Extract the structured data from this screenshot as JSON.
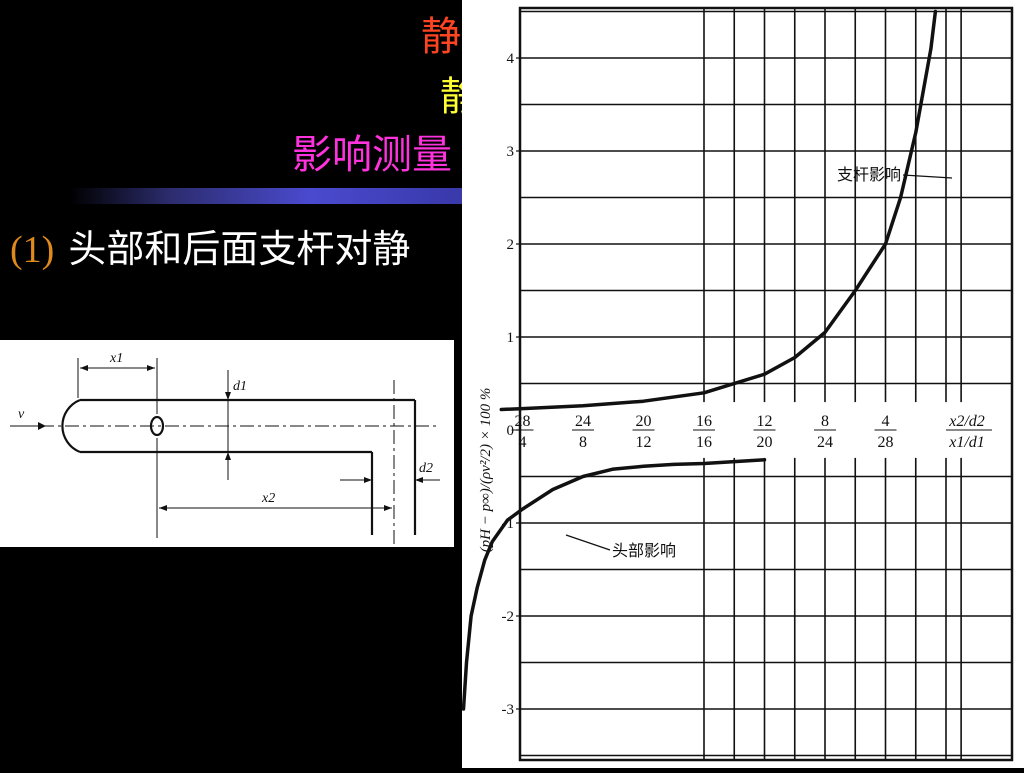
{
  "slide": {
    "title_line1": "静",
    "title_line2": "静",
    "title_line3": "影响测量",
    "bullet_num": "(1)",
    "bullet_text": "头部和后面支杆对静",
    "colors": {
      "title1": "#ff4422",
      "title2": "#ffff33",
      "title3": "#ff33dd",
      "bullet_num": "#e08a1e",
      "bullet_text": "#ffffff"
    }
  },
  "probe_figure": {
    "label_v": "v",
    "label_x1": "x1",
    "label_d1": "d1",
    "label_d2": "d2",
    "label_x2": "x2"
  },
  "chart_data": {
    "type": "line",
    "y_ticks": [
      "4",
      "3",
      "2",
      "1",
      "0",
      "-1",
      "-2",
      "-3"
    ],
    "ylim": [
      -3.5,
      4.5
    ],
    "ylabel": "(pH − p∞)/(ρv²/2) × 100 %",
    "x2_ticks": [
      "28",
      "24",
      "20",
      "16",
      "12",
      "8",
      "4"
    ],
    "x1_ticks": [
      "4",
      "8",
      "12",
      "16",
      "20",
      "24",
      "28"
    ],
    "x2_axis_label": "x2/d2",
    "x1_axis_label": "x1/d1",
    "grid": true,
    "series": [
      {
        "name": "支杆影响",
        "x_axis": "x2/d2",
        "points": [
          [
            29.4,
            0.22
          ],
          [
            28,
            0.23
          ],
          [
            24,
            0.26
          ],
          [
            20,
            0.31
          ],
          [
            16,
            0.4
          ],
          [
            12,
            0.6
          ],
          [
            10,
            0.78
          ],
          [
            8,
            1.05
          ],
          [
            6,
            1.5
          ],
          [
            4,
            2.0
          ],
          [
            3,
            2.5
          ],
          [
            2,
            3.2
          ],
          [
            1,
            4.1
          ],
          [
            0.7,
            4.5
          ]
        ]
      },
      {
        "name": "头部影响",
        "x_axis": "x1/d1",
        "points": [
          [
            0.1,
            -3.0
          ],
          [
            0.3,
            -2.5
          ],
          [
            0.6,
            -2.0
          ],
          [
            1.0,
            -1.7
          ],
          [
            1.5,
            -1.4
          ],
          [
            2,
            -1.2
          ],
          [
            3,
            -0.97
          ],
          [
            4,
            -0.85
          ],
          [
            6,
            -0.64
          ],
          [
            8,
            -0.5
          ],
          [
            10,
            -0.42
          ],
          [
            12,
            -0.39
          ],
          [
            14,
            -0.37
          ],
          [
            16,
            -0.36
          ],
          [
            18,
            -0.34
          ],
          [
            20,
            -0.32
          ]
        ]
      }
    ]
  }
}
